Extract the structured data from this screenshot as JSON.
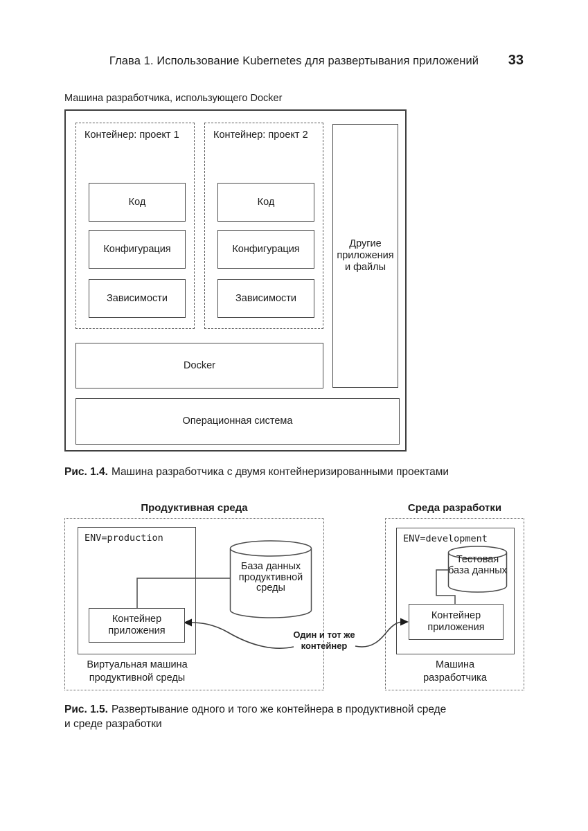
{
  "page": {
    "header": "Глава 1. Использование Kubernetes для развертывания приложений",
    "page_number": "33"
  },
  "colors": {
    "text": "#1c1c1c",
    "line": "#4a4a4a"
  },
  "fig14": {
    "machine_label": "Машина разработчика, использующего Docker",
    "projects": [
      {
        "title": "Контейнер: проект 1",
        "layers": [
          "Код",
          "Конфигурация",
          "Зависимости"
        ]
      },
      {
        "title": "Контейнер: проект 2",
        "layers": [
          "Код",
          "Конфигурация",
          "Зависимости"
        ]
      }
    ],
    "other_apps": "Другие приложения и файлы",
    "docker_label": "Docker",
    "os_label": "Операционная система",
    "caption": {
      "label": "Рис. 1.4.",
      "text": "Машина разработчика с двумя контейнеризированными проектами"
    }
  },
  "fig15": {
    "production": {
      "title": "Продуктивная среда",
      "env_var": "ENV=production",
      "database": "База данных продуктивной среды",
      "container": "Контейнер приложения",
      "machine": "Виртуальная машина продуктивной среды"
    },
    "development": {
      "title": "Среда разработки",
      "env_var": "ENV=development",
      "database": "Тестовая база данных",
      "container": "Контейнер приложения",
      "machine": "Машина разработчика"
    },
    "same_container_note": "Один и тот же контейнер",
    "caption": {
      "label": "Рис. 1.5.",
      "line1": "Развертывание одного и того же контейнера в продуктивной среде",
      "line2": "и среде разработки"
    }
  }
}
